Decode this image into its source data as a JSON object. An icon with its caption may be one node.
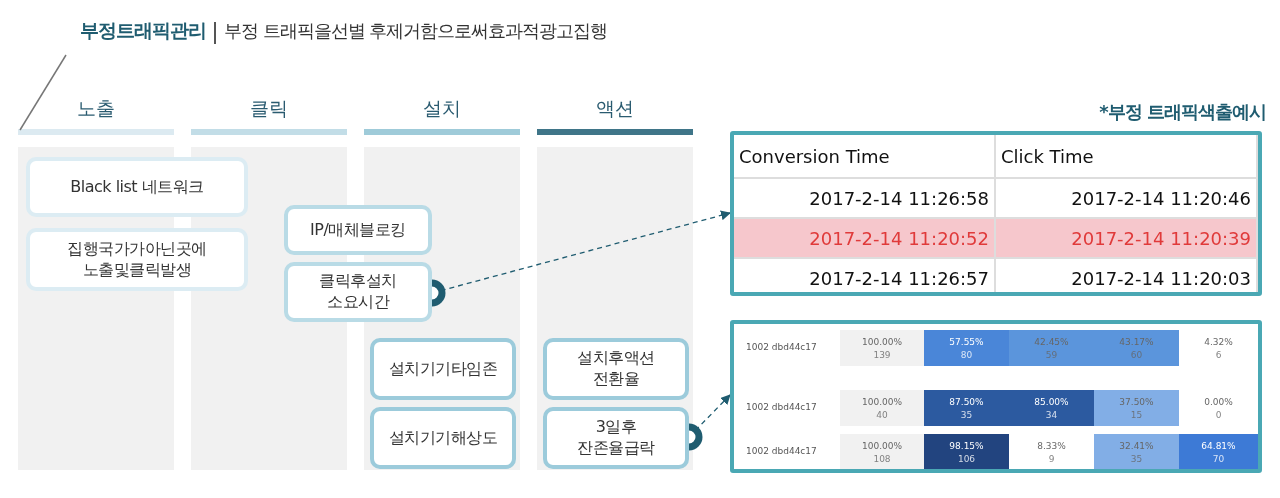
{
  "diagram": {
    "title": "부정트래픽관리",
    "nodes": [
      {
        "text": [
          "Black list 네트워크"
        ]
      },
      {
        "text": [
          "집행국가가아닌곳에 노출및클릭발생"
        ]
      },
      {
        "text": [
          "IP/매체블로킹"
        ]
      },
      {
        "text": [
          "클릭후설치 소요시간"
        ]
      },
      {
        "text": [
          "설치기기타임존"
        ]
      },
      {
        "text": [
          "설치후액션 전환율"
        ]
      },
      {
        "text": [
          "설치기기해상도"
        ]
      },
      {
        "text": [
          "3일후 잔존율급락"
        ]
      },
      {
        "text": [],
        "shape": "box",
        "beside": [
          "*부정 트래픽색출예시"
        ]
      },
      {
        "text": [],
        "shape": "box"
      }
    ],
    "edges": [
      {
        "from": 3,
        "to": 8,
        "arrow": "to",
        "style": "dashed"
      },
      {
        "from": 7,
        "to": 9,
        "arrow": "to",
        "style": "dashed"
      }
    ],
    "labels": [
      "부정 트래픽을선별 후제거함으로써효과적광고집행",
      "노출",
      "클릭",
      "설치",
      "액션",
      "Conversion Time",
      "Click Time",
      "2017-2-14 11:26:58",
      "2017-2-14 11:20:46",
      "2017-2-14 11:20:52",
      "2017-2-14 11:20:39",
      "2017-2-14 11:26:57",
      "2017-2-14 11:20:03",
      "1002 dbd44c17",
      "100.00%",
      "139",
      "57.55%",
      "80",
      "42.45%",
      "59",
      "43.17%",
      "60",
      "4.32%",
      "6",
      "1002 dbd44c17",
      "100.00%",
      "40",
      "87.50%",
      "35",
      "85.00%",
      "34",
      "37.50%",
      "15",
      "0.00%",
      "0",
      "1002 dbd44c17",
      "100.00%",
      "108",
      "98.15%",
      "106",
      "8.33%",
      "9",
      "32.41%",
      "35",
      "64.81%",
      "70"
    ]
  }
}
